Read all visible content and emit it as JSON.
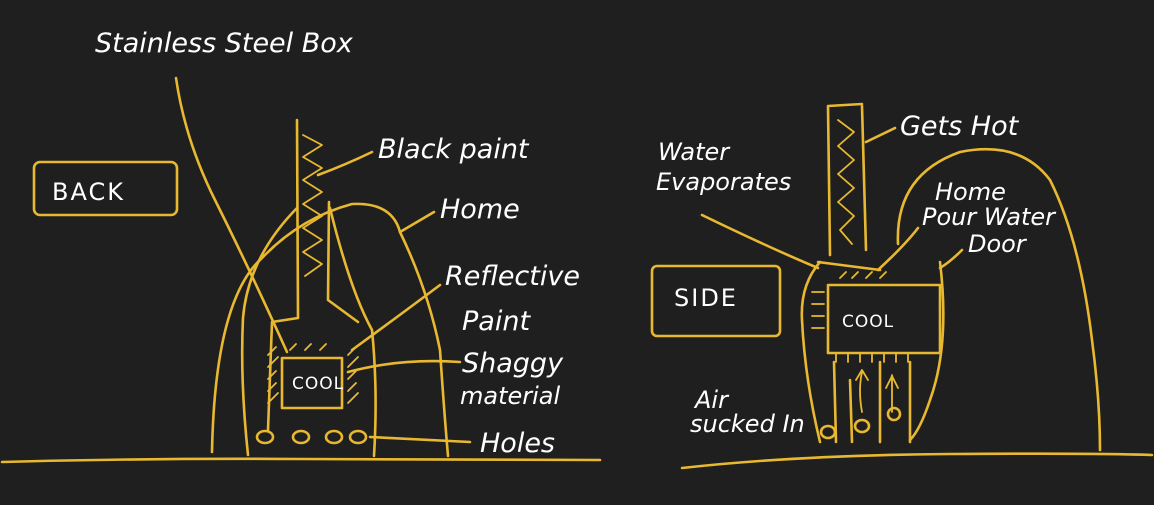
{
  "colors": {
    "background": "#1f1f1f",
    "ink": "#e8b930",
    "text": "#ffffff"
  },
  "back_view": {
    "title": "BACK",
    "labels": {
      "stainless_box": "Stainless Steel Box",
      "black_paint": "Black paint",
      "home": "Home",
      "reflective_1": "Reflective",
      "reflective_2": "Paint",
      "shaggy_1": "Shaggy",
      "shaggy_2": "material",
      "holes": "Holes",
      "cool": "COOL"
    }
  },
  "side_view": {
    "title": "SIDE",
    "labels": {
      "water_1": "Water",
      "water_2": "Evaporates",
      "gets_hot": "Gets Hot",
      "home": "Home",
      "pour_water": "Pour Water",
      "door": "Door",
      "cool": "COOL",
      "air_1": "Air",
      "air_2": "sucked In"
    }
  }
}
